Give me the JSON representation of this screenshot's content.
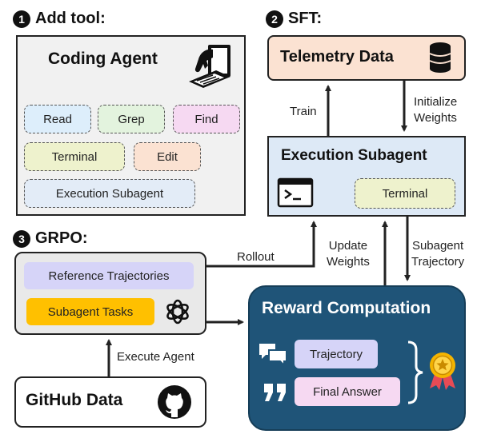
{
  "step1": {
    "number": "1",
    "title": "Add tool:"
  },
  "step2": {
    "number": "2",
    "title": "SFT:"
  },
  "step3": {
    "number": "3",
    "title": "GRPO:"
  },
  "coding_agent": {
    "title": "Coding Agent",
    "tools": [
      "Read",
      "Grep",
      "Find",
      "Terminal",
      "Edit",
      "Execution Subagent"
    ],
    "icon": "hand-on-laptop-icon"
  },
  "telemetry": {
    "title": "Telemetry Data",
    "icon": "database-icon",
    "color": "#fbe2d2"
  },
  "execution_subagent": {
    "title": "Execution Subagent",
    "terminal_chip": "Terminal",
    "icon": "terminal-window-icon",
    "color": "#dde9f6"
  },
  "sft_arrows": {
    "train": "Train",
    "initialize": "Initialize\nWeights"
  },
  "grpo": {
    "reference": "Reference Trajectories",
    "tasks": "Subagent Tasks",
    "rollout": "Rollout",
    "update": "Update\nWeights",
    "subagent_traj": "Subagent\nTrajectory",
    "execute_agent": "Execute Agent",
    "model_icon": "openai-logo-icon"
  },
  "reward": {
    "title": "Reward Computation",
    "trajectory": "Trajectory",
    "final_answer": "Final Answer",
    "color": "#1f5478",
    "icons": [
      "chat-bubbles-icon",
      "quote-icon",
      "medal-icon"
    ]
  },
  "github": {
    "title": "GitHub Data",
    "icon": "github-logo-icon"
  }
}
